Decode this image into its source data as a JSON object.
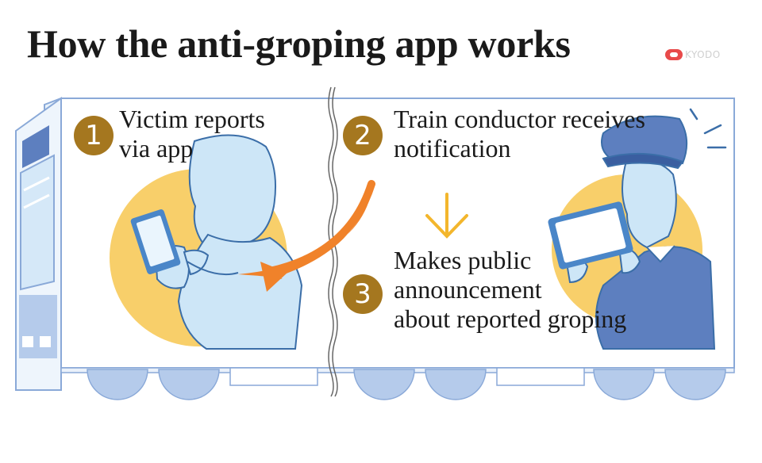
{
  "title": "How the anti-groping app works",
  "credit": "KYODO",
  "colors": {
    "badge": "#a5771f",
    "circle_highlight": "#f8cf6a",
    "arrow_orange": "#f0822a",
    "arrow_yellow": "#f3b62c",
    "train_outline": "#8aa9d8",
    "figure_fill": "#cde6f7"
  },
  "steps": [
    {
      "number": "1",
      "lines": [
        "Victim reports",
        "via app"
      ]
    },
    {
      "number": "2",
      "lines": [
        "Train conductor receives",
        "notification"
      ]
    },
    {
      "number": "3",
      "lines": [
        "Makes public",
        "announcement",
        "about reported groping"
      ]
    }
  ],
  "icons": [
    "smartphone-icon",
    "tablet-icon",
    "down-arrow-icon",
    "curved-arrow-icon"
  ]
}
